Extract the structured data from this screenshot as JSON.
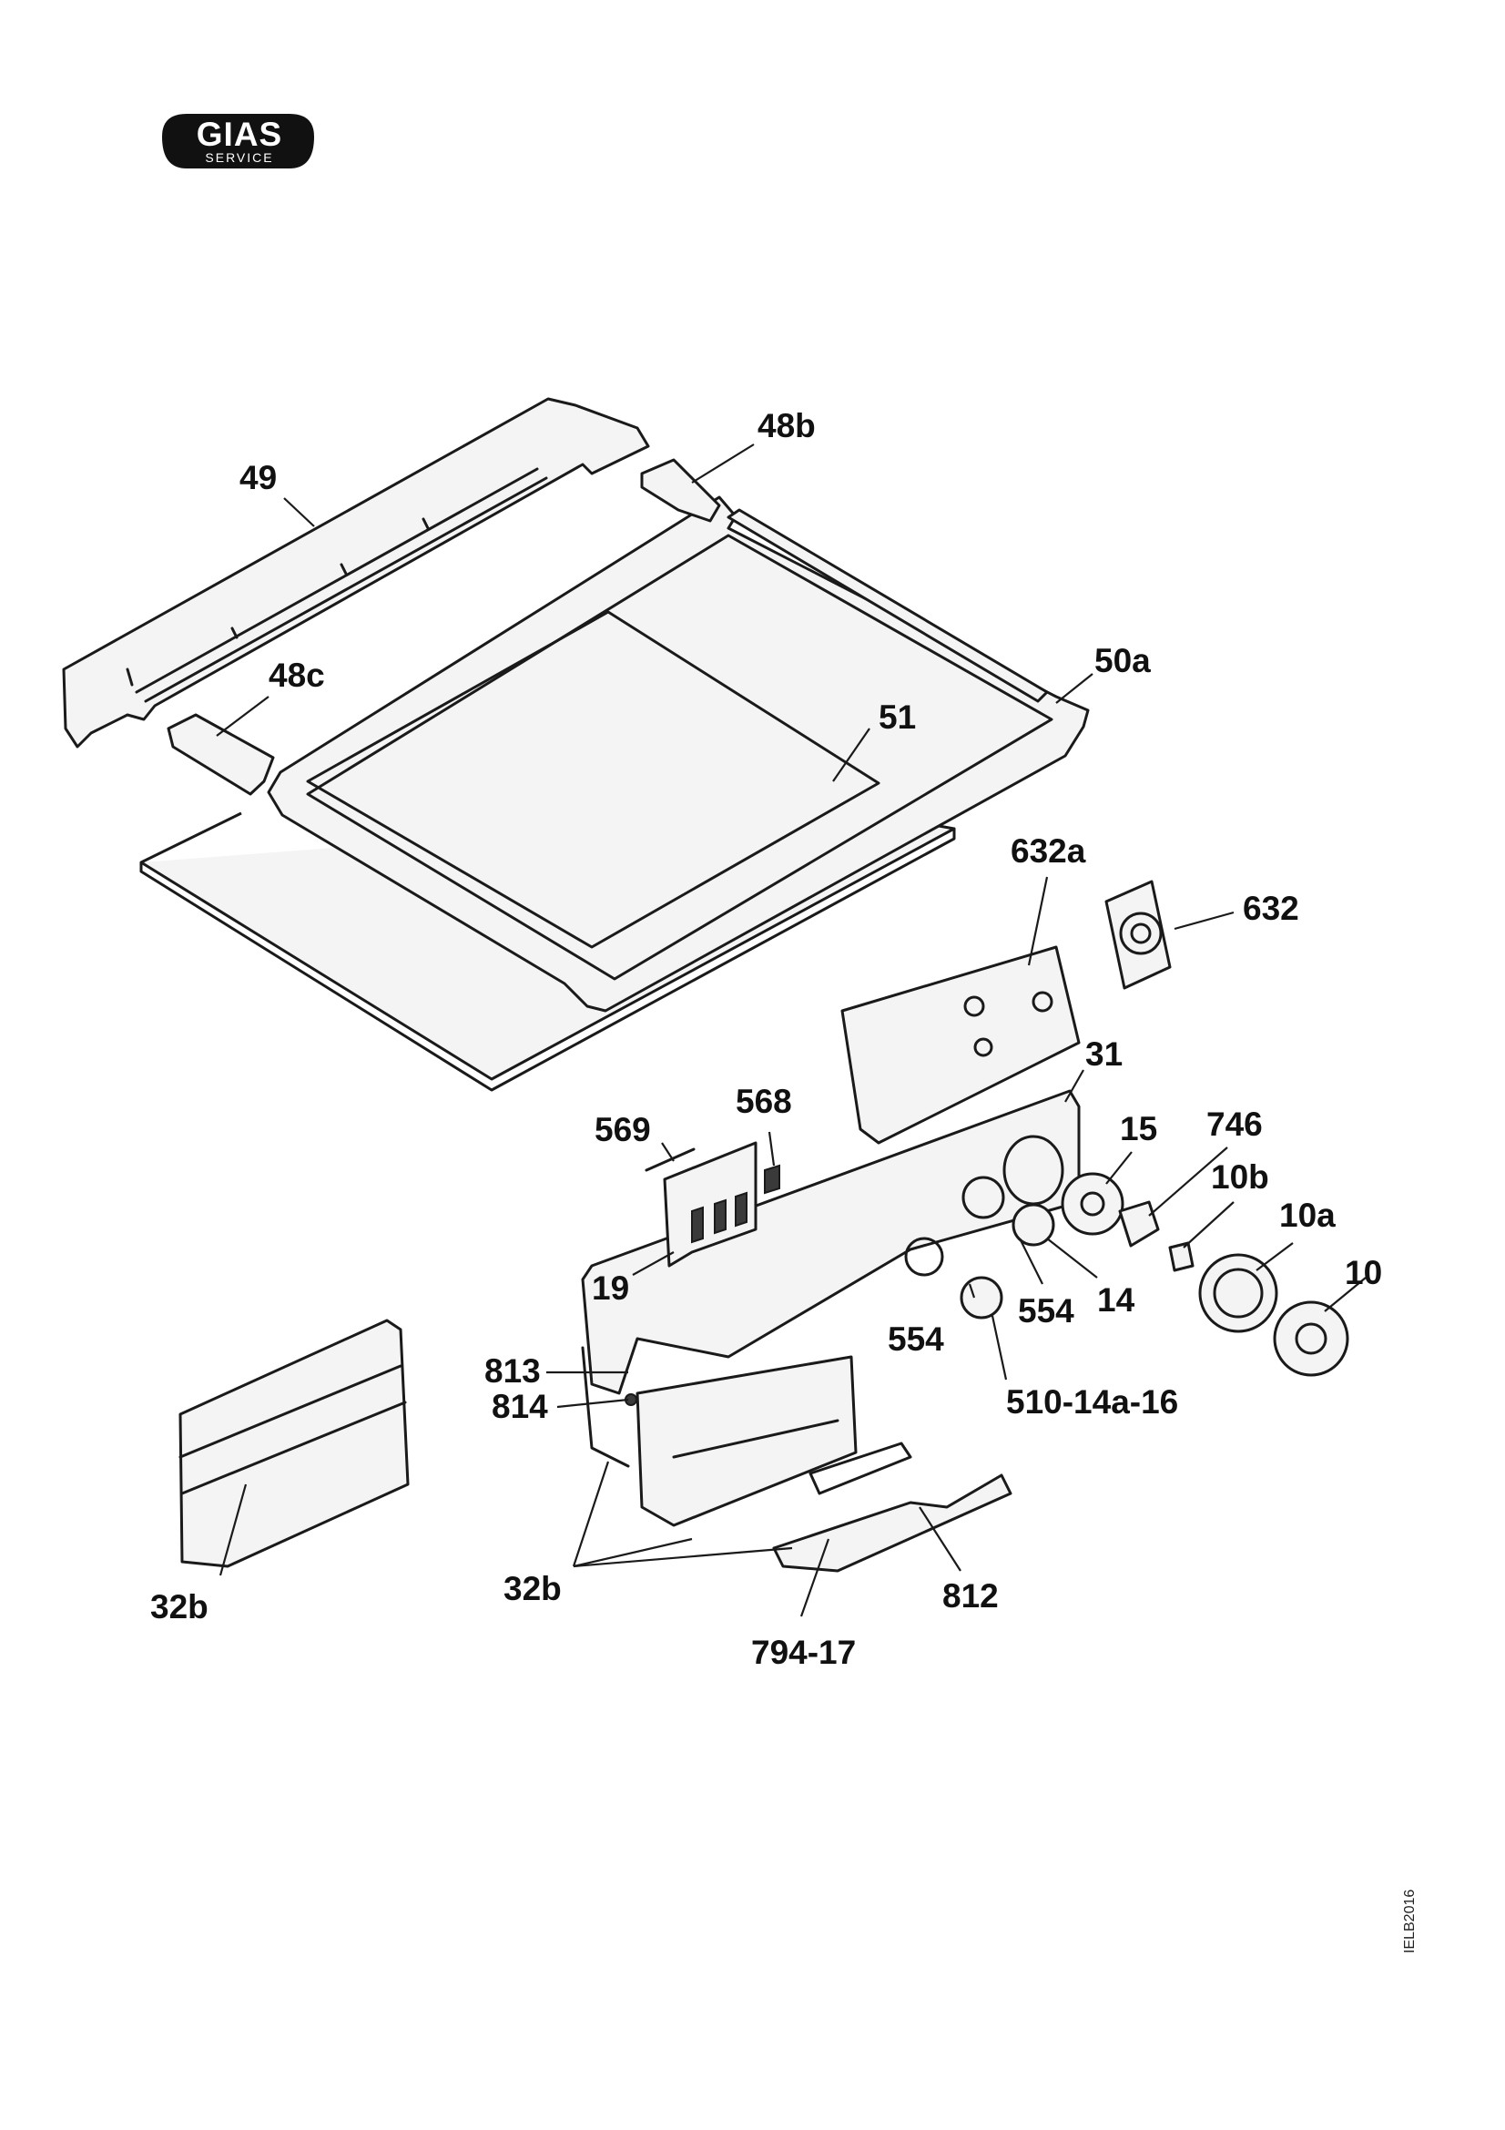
{
  "logo": {
    "brand": "GIAS",
    "tagline": "SERVICE"
  },
  "document_code": "IELB2016",
  "callouts": {
    "c49": "49",
    "c48b": "48b",
    "c48c": "48c",
    "c50a": "50a",
    "c51": "51",
    "c632a": "632a",
    "c632": "632",
    "c31": "31",
    "c569": "569",
    "c568": "568",
    "c15": "15",
    "c746": "746",
    "c10b": "10b",
    "c10a": "10a",
    "c10": "10",
    "c19": "19",
    "c554a": "554",
    "c14": "14",
    "c554b": "554",
    "c813": "813",
    "c814": "814",
    "c510": "510-14a-16",
    "c32b_left": "32b",
    "c32b_mid": "32b",
    "c812": "812",
    "c794": "794-17"
  }
}
